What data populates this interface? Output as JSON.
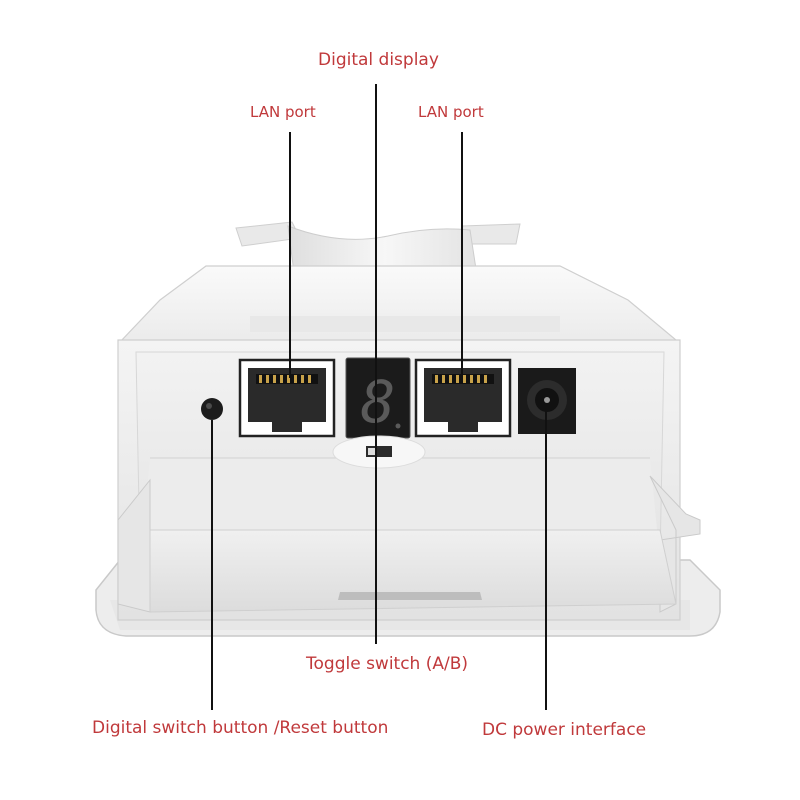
{
  "labels": {
    "digital_display": "Digital display",
    "lan_port_left": "LAN port",
    "lan_port_right": "LAN port",
    "toggle_switch": "Toggle switch (A/B)",
    "reset_button": "Digital switch button /Reset button",
    "dc_power": "DC power interface"
  },
  "display": {
    "digit": "8"
  },
  "colors": {
    "label": "#c0393b",
    "leader": "#111111"
  }
}
